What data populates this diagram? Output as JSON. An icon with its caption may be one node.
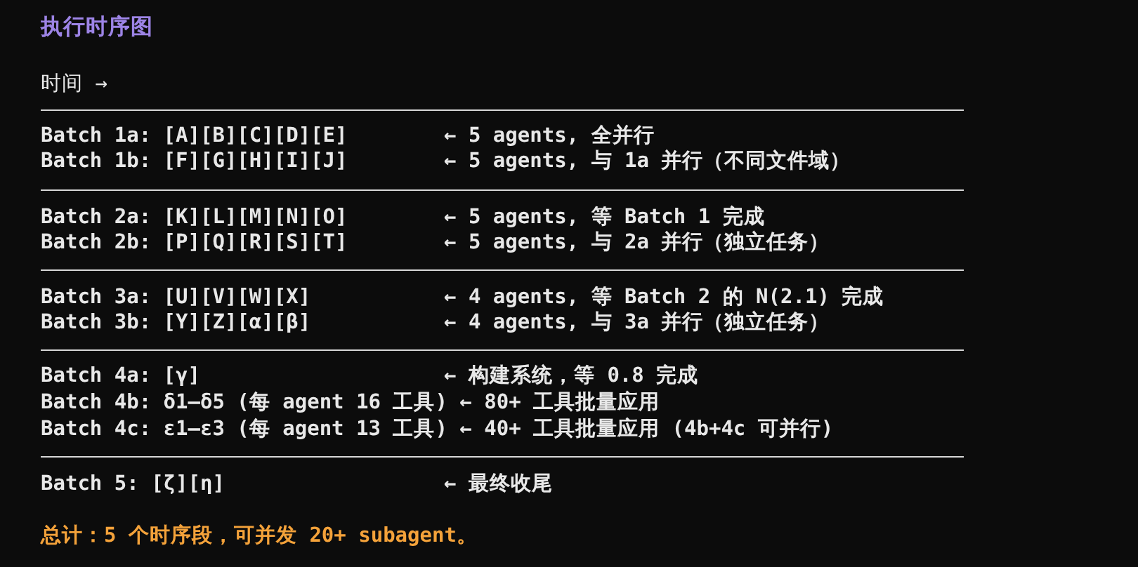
{
  "diagram": {
    "title": "执行时序图",
    "labels": [
      "时间 →",
      "Batch 1a: [A][B][C][D][E]",
      "← 5 agents, 全并行",
      "Batch 1b: [F][G][H][I][J]",
      "← 5 agents, 与 1a 并行（不同文件域）",
      "Batch 2a: [K][L][M][N][O]",
      "← 5 agents, 等 Batch 1 完成",
      "Batch 2b: [P][Q][R][S][T]",
      "← 5 agents, 与 2a 并行（独立任务）",
      "Batch 3a: [U][V][W][X]",
      "← 4 agents, 等 Batch 2 的 N(2.1) 完成",
      "Batch 3b: [Y][Z][α][β]",
      "← 4 agents, 与 3a 并行（独立任务）",
      "Batch 4a: [γ]",
      "← 构建系统，等 0.8 完成",
      "Batch 4b: δ1–δ5 (每 agent 16 工具) ← 80+ 工具批量应用",
      "Batch 4c: ε1–ε3 (每 agent 13 工具) ← 40+ 工具批量应用 (4b+4c 可并行)",
      "Batch 5: [ζ][η]",
      "← 最终收尾"
    ],
    "caption": "总计：5 个时序段，可并发 20+ subagent。"
  }
}
